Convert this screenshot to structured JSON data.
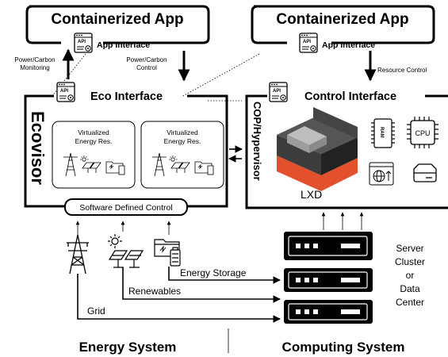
{
  "apps": {
    "left": {
      "title": "Containerized App",
      "interface_label": "App Interface"
    },
    "right": {
      "title": "Containerized App",
      "interface_label": "App Interface"
    }
  },
  "arrows": {
    "power_carbon_monitoring": [
      "Power/Carbon",
      "Monitoring"
    ],
    "power_carbon_control": [
      "Power/Carbon",
      "Control"
    ],
    "resource_control": "Resource Control"
  },
  "ecovisor": {
    "interface_label": "Eco Interface",
    "side_label": "Ecovisor",
    "vres_1": [
      "Virtualized",
      "Energy Res."
    ],
    "vres_2": [
      "Virtualized",
      "Energy Res."
    ],
    "sdc_label": "Software Defined Control"
  },
  "hypervisor": {
    "interface_label": "Control Interface",
    "side_label": "COP/Hypervisor",
    "lxd_label": "LXD",
    "ram_label": "RAM",
    "cpu_label": "CPU"
  },
  "icons": {
    "api": "API"
  },
  "energy": {
    "energy_storage": "Energy Storage",
    "renewables": "Renewables",
    "grid": "Grid"
  },
  "server": {
    "label": [
      "Server",
      "Cluster",
      "or",
      "Data",
      "Center"
    ]
  },
  "footer": {
    "energy_system": "Energy System",
    "computing_system": "Computing System"
  },
  "colors": {
    "lxd_orange": "#e2502d",
    "lxd_dark": "#3c3c3c",
    "lxd_light": "#bdbdbd",
    "stroke": "#000000"
  }
}
